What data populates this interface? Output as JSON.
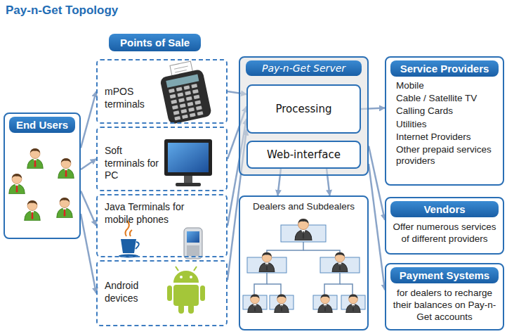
{
  "diagram": {
    "title": "Pay-n-Get Topology",
    "nodes": [
      {
        "text": [
          "End Users"
        ]
      },
      {
        "text": [
          "Points of Sale"
        ]
      },
      {
        "text": [
          "mPOS terminals"
        ],
        "in": 1
      },
      {
        "text": [
          "Soft terminals for PC"
        ],
        "in": 1
      },
      {
        "text": [
          "Java Terminals for mobile phones"
        ],
        "in": 1
      },
      {
        "text": [
          "Android devices"
        ],
        "in": 1
      },
      {
        "text": [
          "Pay-n-Get Server"
        ]
      },
      {
        "text": [
          "Processing"
        ],
        "in": 6
      },
      {
        "text": [
          "Web-interface"
        ],
        "in": 6
      },
      {
        "text": [
          "Dealers and Subdealers"
        ]
      },
      {
        "text": [
          "Service Providers",
          "Mobile",
          "Cable / Satellite TV",
          "Calling Cards",
          "Utilities",
          "Internet Providers",
          "Other prepaid services providers"
        ]
      },
      {
        "text": [
          "Vendors",
          "Offer numerous services of different providers"
        ]
      },
      {
        "text": [
          "Payment Systems",
          "for dealers to recharge their balances on Pay-n-Get accounts"
        ]
      }
    ],
    "edges": [
      {
        "from": 0,
        "to": 2,
        "arrow": "to"
      },
      {
        "from": 0,
        "to": 3,
        "arrow": "to"
      },
      {
        "from": 0,
        "to": 4,
        "arrow": "to"
      },
      {
        "from": 0,
        "to": 5,
        "arrow": "to"
      },
      {
        "from": 2,
        "to": 7,
        "arrow": "to"
      },
      {
        "from": 3,
        "to": 7,
        "arrow": "to"
      },
      {
        "from": 4,
        "to": 7,
        "arrow": "to"
      },
      {
        "from": 5,
        "to": 7,
        "arrow": "to"
      },
      {
        "from": 8,
        "to": 9,
        "arrow": "to"
      },
      {
        "from": 8,
        "to": 9,
        "arrow": "to"
      },
      {
        "from": 7,
        "to": 10,
        "arrow": "to"
      },
      {
        "from": 6,
        "to": 11,
        "arrow": "to"
      },
      {
        "from": 6,
        "to": 12,
        "arrow": "to"
      }
    ]
  }
}
